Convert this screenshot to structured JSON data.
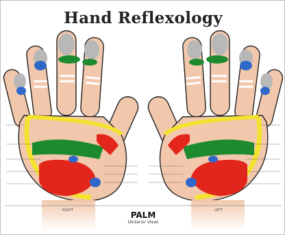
{
  "title": "Hand Reflexology",
  "bottom_label": "PALM",
  "bottom_sublabel": "(Anterior View)",
  "hand_tags": {
    "left_hand": "RIGHT",
    "right_hand": "LEFT"
  },
  "colors": {
    "skin": "#f2c8ad",
    "skin_shade": "#e8aa8e",
    "outline": "#222222",
    "green": "#1d8a2e",
    "red": "#e3261b",
    "yellow": "#f3e22f",
    "blue": "#2f68c8",
    "gray": "#b8b8b8",
    "dark_blue": "#1e3f8f"
  }
}
